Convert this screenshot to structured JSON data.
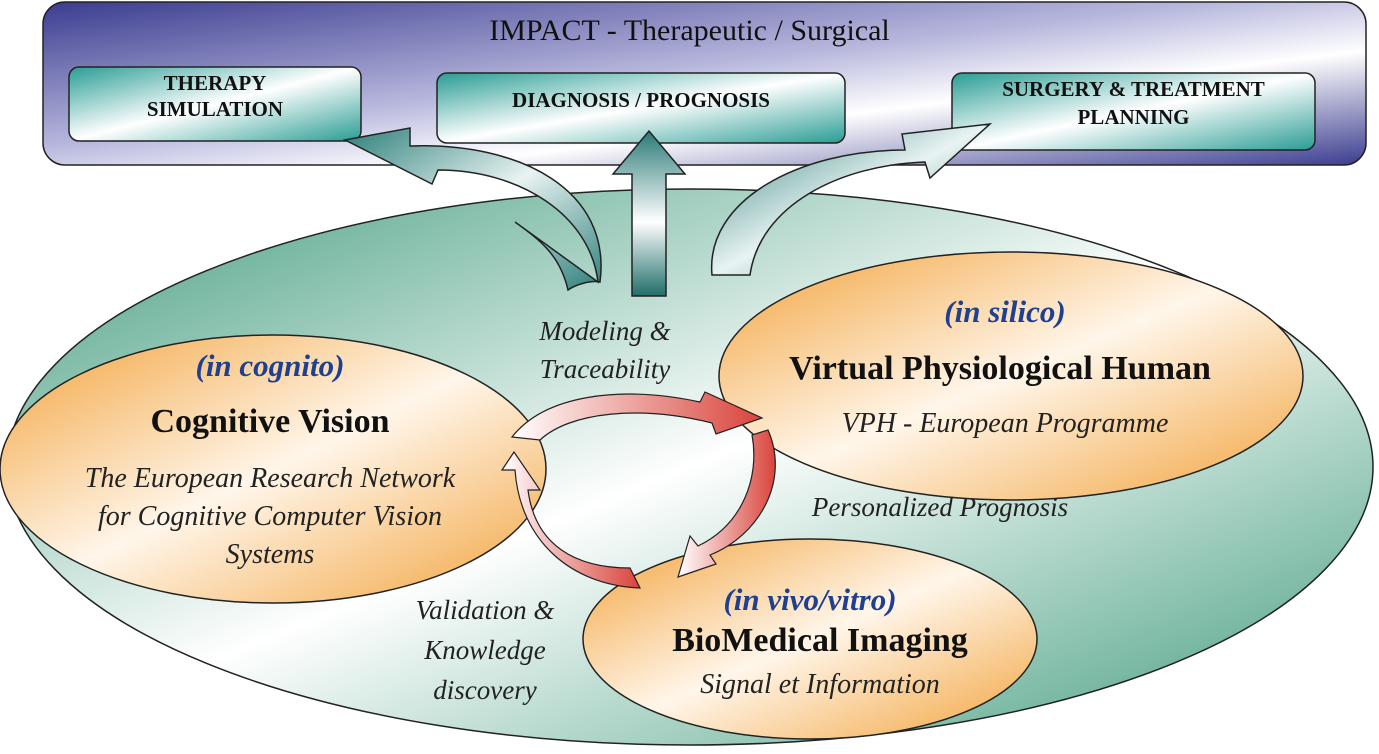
{
  "impact": {
    "title": "IMPACT - Therapeutic / Surgical",
    "boxes": {
      "therapy_line1": "THERAPY",
      "therapy_line2": "SIMULATION",
      "diagnosis": "DIAGNOSIS / PROGNOSIS",
      "surgery_line1": "SURGERY & TREATMENT",
      "surgery_line2": "PLANNING"
    }
  },
  "flow_labels": {
    "modeling_line1": "Modeling &",
    "modeling_line2": "Traceability",
    "personalized": "Personalized Prognosis",
    "validation_line1": "Validation &",
    "validation_line2": "Knowledge",
    "validation_line3": "discovery"
  },
  "cognitive": {
    "tag": "(in cognito)",
    "title": "Cognitive Vision",
    "desc_line1": "The European Research Network",
    "desc_line2": "for Cognitive Computer Vision",
    "desc_line3": "Systems"
  },
  "vph": {
    "tag": "(in silico)",
    "title": "Virtual Physiological Human",
    "desc": "VPH - European Programme"
  },
  "imaging": {
    "tag": "(in vivo/vitro)",
    "title": "BioMedical Imaging",
    "desc": "Signal et Information"
  },
  "colors": {
    "impact_banner": "#3b3c8f",
    "teal_box": "#2aa39a",
    "big_ellipse": "#3f9a7c",
    "orange_ellipse": "#f4a640",
    "tag_blue": "#1f3f8f",
    "cycle_arrow": "#d9443b"
  }
}
